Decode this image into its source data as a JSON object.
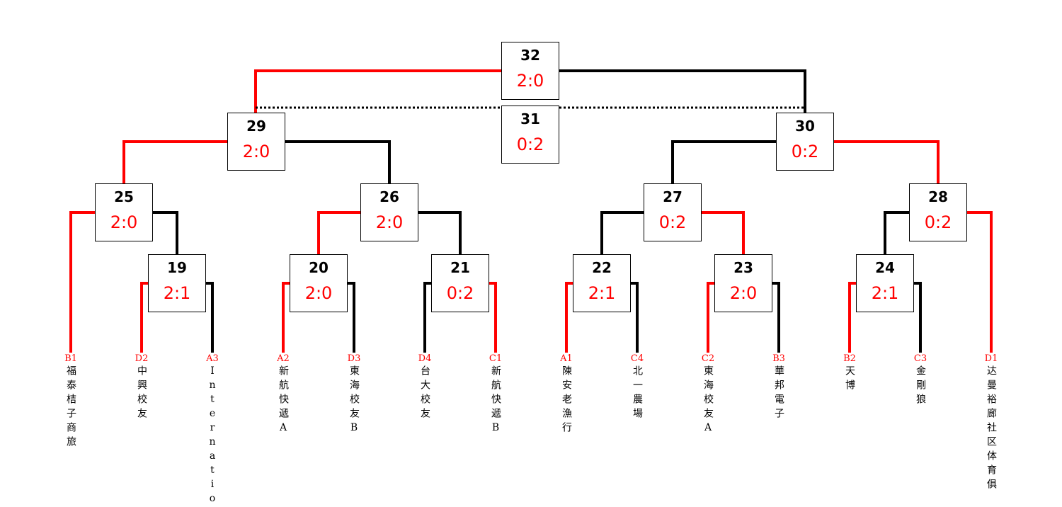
{
  "colors": {
    "winner": "#ff0000",
    "loser": "#000000",
    "score": "#ff0000"
  },
  "matches": [
    {
      "id": "32",
      "score": "2:0"
    },
    {
      "id": "31",
      "score": "0:2"
    },
    {
      "id": "29",
      "score": "2:0"
    },
    {
      "id": "30",
      "score": "0:2"
    },
    {
      "id": "25",
      "score": "2:0"
    },
    {
      "id": "26",
      "score": "2:0"
    },
    {
      "id": "27",
      "score": "0:2"
    },
    {
      "id": "28",
      "score": "0:2"
    },
    {
      "id": "19",
      "score": "2:1"
    },
    {
      "id": "20",
      "score": "2:0"
    },
    {
      "id": "21",
      "score": "0:2"
    },
    {
      "id": "22",
      "score": "2:1"
    },
    {
      "id": "23",
      "score": "2:0"
    },
    {
      "id": "24",
      "score": "2:1"
    }
  ],
  "teams": [
    {
      "code": "B1",
      "name": "福泰桔子商旅"
    },
    {
      "code": "D2",
      "name": "中興校友"
    },
    {
      "code": "A3",
      "name": "Internatio"
    },
    {
      "code": "A2",
      "name": "新航快遞A"
    },
    {
      "code": "D3",
      "name": "東海校友B"
    },
    {
      "code": "D4",
      "name": "台大校友"
    },
    {
      "code": "C1",
      "name": "新航快遞B"
    },
    {
      "code": "A1",
      "name": "陳安老漁行"
    },
    {
      "code": "C4",
      "name": "北一農場"
    },
    {
      "code": "C2",
      "name": "東海校友A"
    },
    {
      "code": "B3",
      "name": "華邦電子"
    },
    {
      "code": "B2",
      "name": "天博"
    },
    {
      "code": "C3",
      "name": "金剛狼"
    },
    {
      "code": "D1",
      "name": "达曼裕廊社区体育俱"
    }
  ]
}
